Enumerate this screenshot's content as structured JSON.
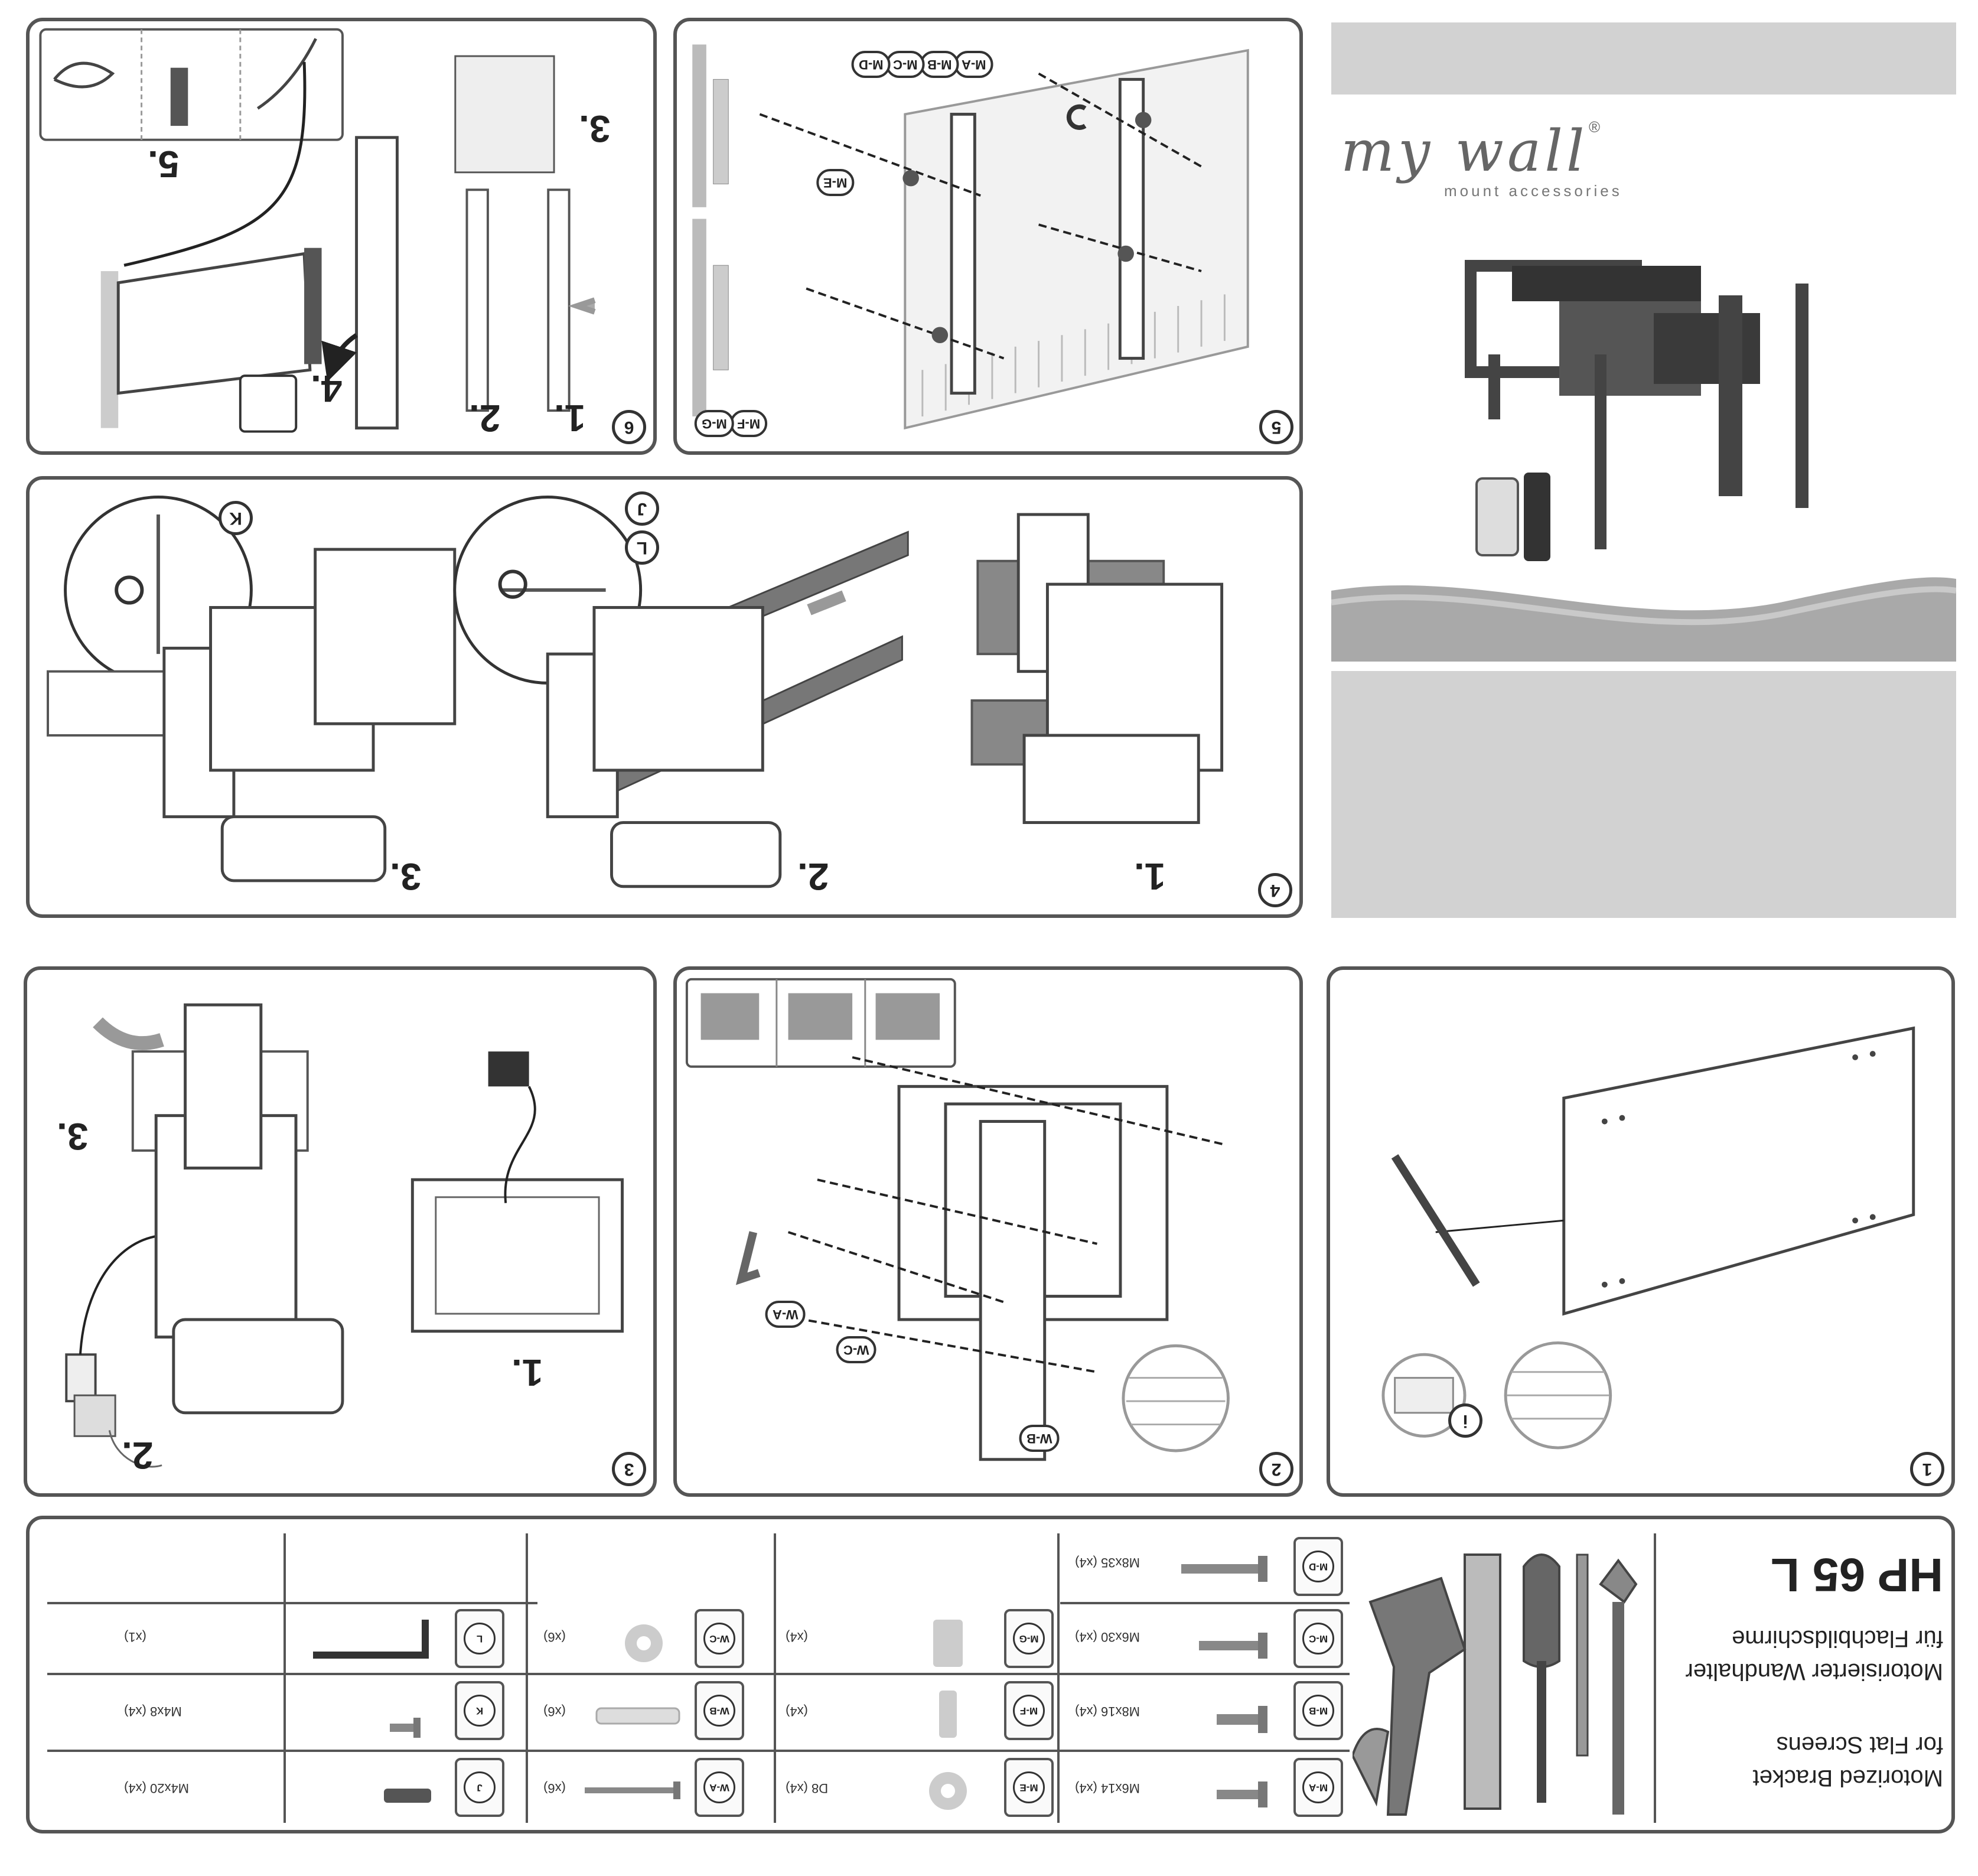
{
  "brand": {
    "name": "my wall",
    "registered": "®",
    "tagline": "mount accessories"
  },
  "product": {
    "model": "HP 65 L",
    "title_de_1": "Motorisierter Wandhalter",
    "title_de_2": "für Flachbildschirme",
    "title_en_1": "Motorized Bracket",
    "title_en_2": "for Flat Screens"
  },
  "panels": {
    "p1": {
      "num": "1"
    },
    "p2": {
      "num": "2",
      "tags": {
        "wa": "W-A",
        "wb": "W-B",
        "wc": "W-C"
      }
    },
    "p3": {
      "num": "3",
      "steps": [
        "1.",
        "2.",
        "3."
      ]
    },
    "p4": {
      "num": "4",
      "steps": [
        "1.",
        "2.",
        "3."
      ],
      "tags": {
        "j": "J",
        "l": "L",
        "k": "K"
      }
    },
    "p5": {
      "num": "5",
      "tags": {
        "ma": "M-A",
        "mb": "M-B",
        "mc": "M-C",
        "md": "M-D",
        "me": "M-E",
        "mf": "M-F",
        "mg": "M-G"
      }
    },
    "p6": {
      "num": "6",
      "steps": [
        "1.",
        "2.",
        "3.",
        "4.",
        "5."
      ]
    }
  },
  "info_icon": "info-icon",
  "parts": [
    {
      "code": "M-A",
      "spec": "M6x14 (x4)"
    },
    {
      "code": "M-B",
      "spec": "M8x16 (x4)"
    },
    {
      "code": "M-C",
      "spec": "M6x30 (x4)"
    },
    {
      "code": "M-D",
      "spec": "M8x35 (x4)"
    },
    {
      "code": "M-E",
      "spec": "D8 (x4)"
    },
    {
      "code": "M-F",
      "spec": "(x4)"
    },
    {
      "code": "M-G",
      "spec": "(x4)"
    },
    {
      "code": "W-A",
      "spec": "(x6)"
    },
    {
      "code": "W-B",
      "spec": "(x6)"
    },
    {
      "code": "W-C",
      "spec": "(x6)"
    },
    {
      "code": "J",
      "spec": "M4x20 (x4)"
    },
    {
      "code": "K",
      "spec": "M4x8 (x4)"
    },
    {
      "code": "L",
      "spec": "(x1)"
    }
  ]
}
